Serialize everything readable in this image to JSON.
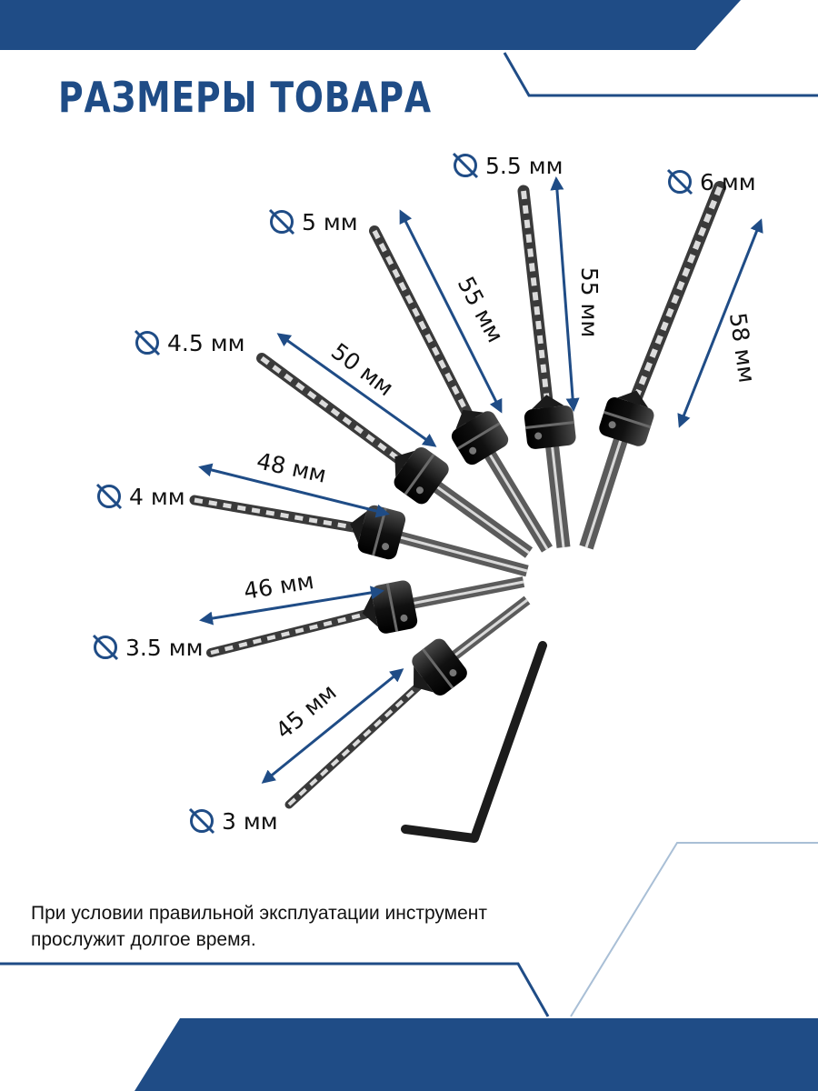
{
  "title": "РАЗМЕРЫ ТОВАРА",
  "colors": {
    "brand": "#1f4c86",
    "line": "#a9bfd6",
    "arrow": "#1f4c86"
  },
  "icons": {
    "diameter": "diameter-icon"
  },
  "bits": [
    {
      "diameter": "3 мм",
      "length": "45 мм"
    },
    {
      "diameter": "3.5 мм",
      "length": "46 мм"
    },
    {
      "diameter": "4 мм",
      "length": "48 мм"
    },
    {
      "diameter": "4.5 мм",
      "length": "50 мм"
    },
    {
      "diameter": "5 мм",
      "length": "55 мм"
    },
    {
      "diameter": "5.5 мм",
      "length": "55 мм"
    },
    {
      "diameter": "6 мм",
      "length": "58 мм"
    }
  ],
  "note": "При условии правильной эксплуатации инструмент прослужит долгое время."
}
